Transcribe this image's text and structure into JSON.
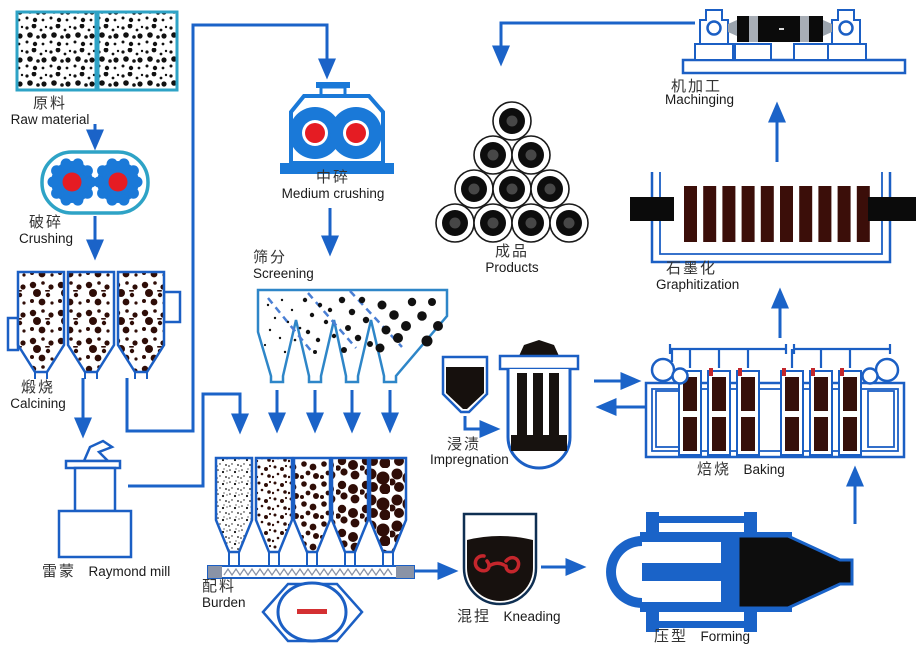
{
  "diagram": {
    "type": "process-flow-diagram",
    "subject": "graphite electrode production process"
  },
  "stages": {
    "raw_material": {
      "zh": "原料",
      "en": "Raw material"
    },
    "crushing": {
      "zh": "破碎",
      "en": "Crushing"
    },
    "calcining": {
      "zh": "煅烧",
      "en": "Calcining"
    },
    "raymond_mill": {
      "zh": "雷蒙",
      "en": "Raymond mill"
    },
    "medium_crushing": {
      "zh": "中碎",
      "en": "Medium crushing"
    },
    "screening": {
      "zh": "筛分",
      "en": "Screening"
    },
    "burden": {
      "zh": "配料",
      "en": "Burden"
    },
    "kneading": {
      "zh": "混捏",
      "en": "Kneading"
    },
    "forming": {
      "zh": "压型",
      "en": "Forming"
    },
    "baking": {
      "zh": "焙烧",
      "en": "Baking"
    },
    "impregnation": {
      "zh": "浸渍",
      "en": "Impregnation"
    },
    "graphitization": {
      "zh": "石墨化",
      "en": "Graphitization"
    },
    "machining": {
      "zh": "机加工",
      "en": "Machinging"
    },
    "products": {
      "zh": "成品",
      "en": "Products"
    }
  },
  "colors": {
    "flow_line": "#1b63c8",
    "teal_outline": "#2ea3c6",
    "machine_blue": "#1a79d8",
    "accent_red": "#e51c23",
    "dark_brown": "#3b0e09",
    "black_fill": "#0d0d0d",
    "gray_fill": "#8a93a6"
  }
}
